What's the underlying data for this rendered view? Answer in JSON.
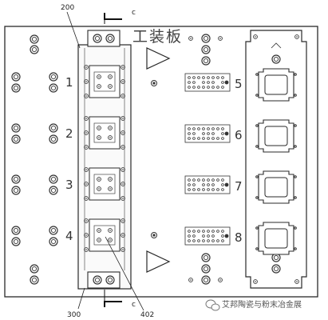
{
  "drawing": {
    "plate_title": "工装板",
    "reference_labels": {
      "top": "200",
      "bottom_left": "300",
      "bottom_right": "402"
    },
    "section_marks": {
      "top": "c",
      "bottom": "c"
    },
    "left_station_numbers": [
      "1",
      "2",
      "3",
      "4"
    ],
    "right_station_numbers": [
      "5",
      "6",
      "7",
      "8"
    ]
  },
  "watermark": {
    "text": "艾邦陶瓷与粉末冶金展",
    "icon": "wechat-icon"
  },
  "colors": {
    "line": "#2a2a2a",
    "background": "#ffffff",
    "plate_fill": "#f3f3f3"
  }
}
